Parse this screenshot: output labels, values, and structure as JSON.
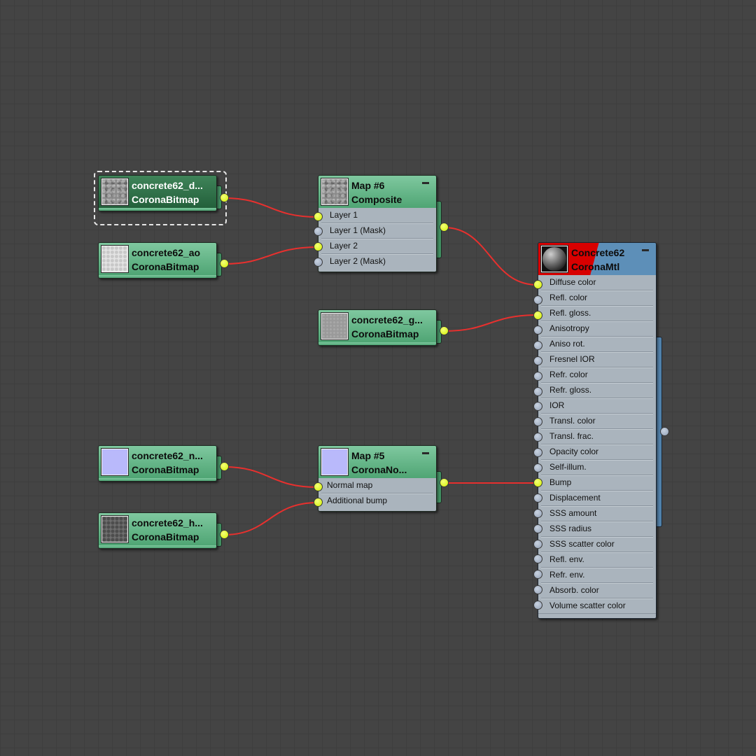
{
  "nodes": {
    "diffuse": {
      "name": "concrete62_d...",
      "type": "CoronaBitmap"
    },
    "ao": {
      "name": "concrete62_ao",
      "type": "CoronaBitmap"
    },
    "gloss": {
      "name": "concrete62_g...",
      "type": "CoronaBitmap"
    },
    "normal": {
      "name": "concrete62_n...",
      "type": "CoronaBitmap"
    },
    "height": {
      "name": "concrete62_h...",
      "type": "CoronaBitmap"
    },
    "map6": {
      "name": "Map #6",
      "type": "Composite",
      "slots": [
        "Layer 1",
        "Layer 1 (Mask)",
        "Layer 2",
        "Layer 2 (Mask)"
      ]
    },
    "map5": {
      "name": "Map #5",
      "type": "CoronaNo...",
      "slots": [
        "Normal map",
        "Additional bump"
      ]
    },
    "material": {
      "name": "Concrete62",
      "type": "CoronaMtl",
      "slots": [
        "Diffuse color",
        "Refl. color",
        "Refl. gloss.",
        "Anisotropy",
        "Aniso rot.",
        "Fresnel IOR",
        "Refr. color",
        "Refr. gloss.",
        "IOR",
        "Transl. color",
        "Transl. frac.",
        "Opacity color",
        "Self-illum.",
        "Bump",
        "Displacement",
        "SSS amount",
        "SSS radius",
        "SSS scatter color",
        "Refl. env.",
        "Refr. env.",
        "Absorb. color",
        "Volume scatter color"
      ]
    }
  },
  "colors": {
    "wire": "#e8302e",
    "socket_connected": "#d2f000",
    "socket_empty": "#95a3b8",
    "node_header": "#5fb483",
    "material_header_red": "#d80000",
    "material_header_blue": "#5d8fb8"
  },
  "icons": {
    "collapse": "minus-icon"
  }
}
